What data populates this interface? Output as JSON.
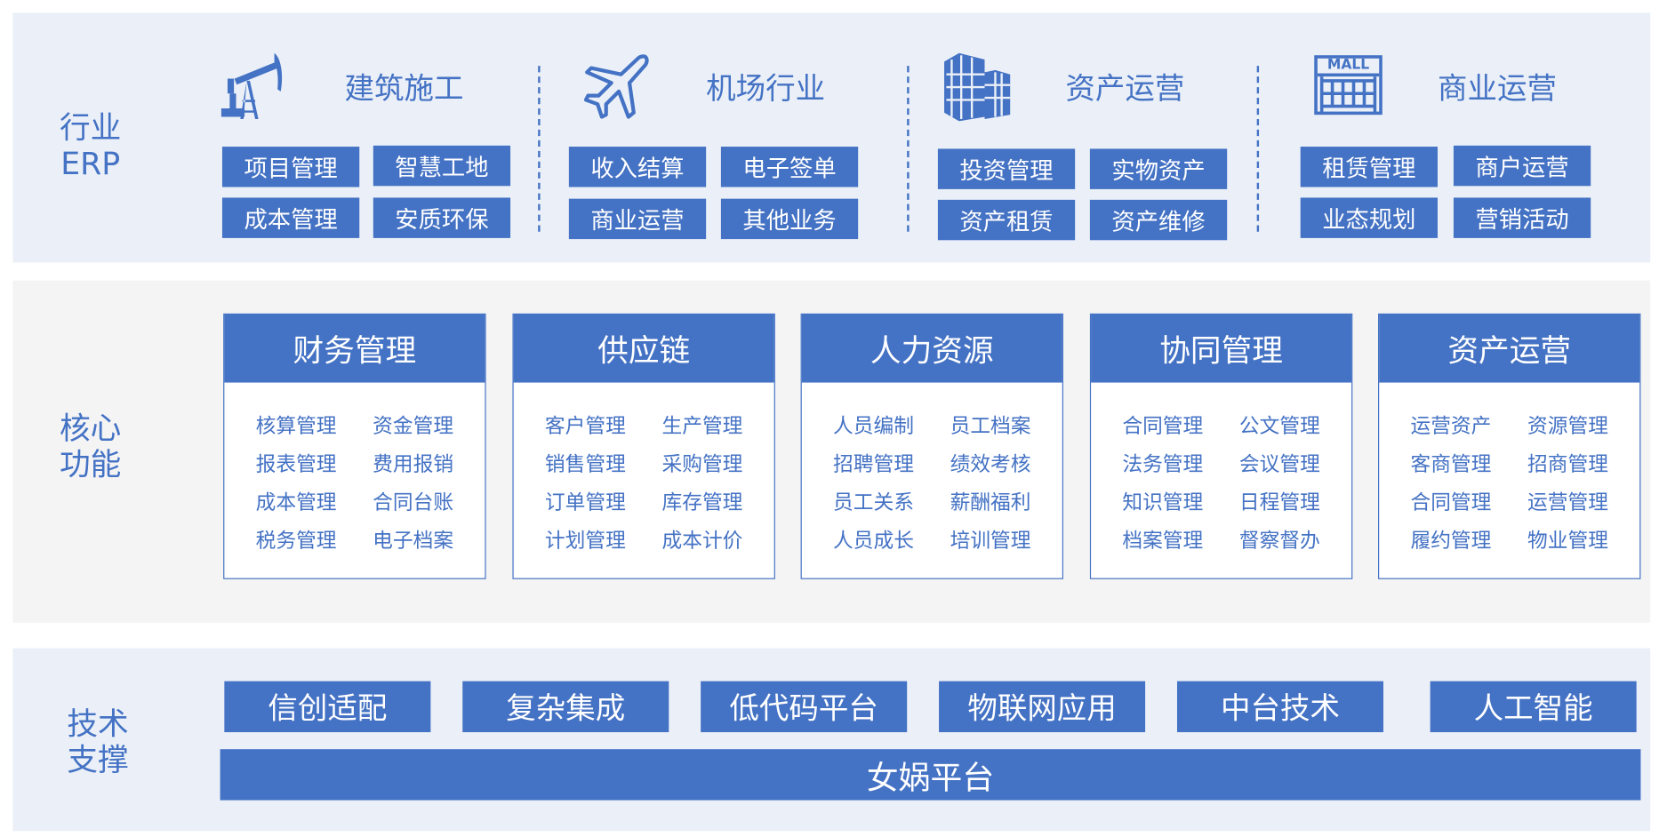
{
  "colors": {
    "accent": "#4472c4",
    "band_light": "#ebf0f8",
    "band_gray": "#f4f4f5"
  },
  "industry": {
    "label_line1": "行业",
    "label_line2": "ERP",
    "groups": [
      {
        "title": "建筑施工",
        "icon": "oil-pump-icon",
        "items": [
          "项目管理",
          "智慧工地",
          "成本管理",
          "安质环保"
        ]
      },
      {
        "title": "机场行业",
        "icon": "airplane-icon",
        "items": [
          "收入结算",
          "电子签单",
          "商业运营",
          "其他业务"
        ]
      },
      {
        "title": "资产运营",
        "icon": "building-icon",
        "items": [
          "投资管理",
          "实物资产",
          "资产租赁",
          "资产维修"
        ]
      },
      {
        "title": "商业运营",
        "icon": "mall-icon",
        "icon_text": "MALL",
        "items": [
          "租赁管理",
          "商户运营",
          "业态规划",
          "营销活动"
        ]
      }
    ]
  },
  "core": {
    "label_line1": "核心",
    "label_line2": "功能",
    "cards": [
      {
        "title": "财务管理",
        "items": [
          "核算管理",
          "资金管理",
          "报表管理",
          "费用报销",
          "成本管理",
          "合同台账",
          "税务管理",
          "电子档案"
        ]
      },
      {
        "title": "供应链",
        "items": [
          "客户管理",
          "生产管理",
          "销售管理",
          "采购管理",
          "订单管理",
          "库存管理",
          "计划管理",
          "成本计价"
        ]
      },
      {
        "title": "人力资源",
        "items": [
          "人员编制",
          "员工档案",
          "招聘管理",
          "绩效考核",
          "员工关系",
          "薪酬福利",
          "人员成长",
          "培训管理"
        ]
      },
      {
        "title": "协同管理",
        "items": [
          "合同管理",
          "公文管理",
          "法务管理",
          "会议管理",
          "知识管理",
          "日程管理",
          "档案管理",
          "督察督办"
        ]
      },
      {
        "title": "资产运营",
        "items": [
          "运营资产",
          "资源管理",
          "客商管理",
          "招商管理",
          "合同管理",
          "运营管理",
          "履约管理",
          "物业管理"
        ]
      }
    ]
  },
  "tech": {
    "label_line1": "技术",
    "label_line2": "支撑",
    "items": [
      "信创适配",
      "复杂集成",
      "低代码平台",
      "物联网应用",
      "中台技术",
      "人工智能"
    ],
    "platform": "女娲平台"
  }
}
